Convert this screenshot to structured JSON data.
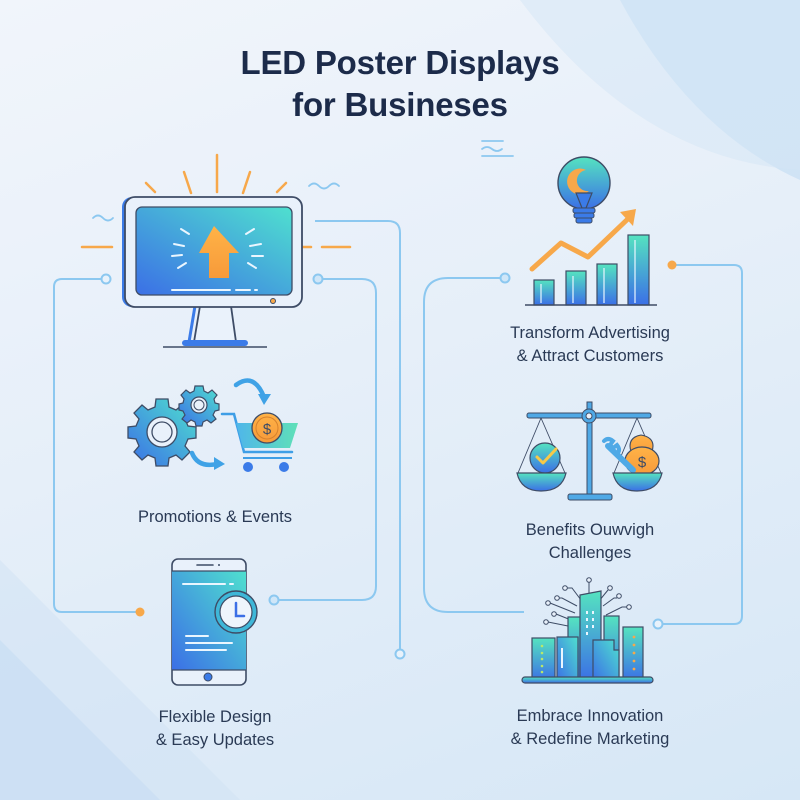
{
  "title": {
    "line1": "LED Poster Displays",
    "line2": "for Busineses"
  },
  "left_column": {
    "items": [
      {
        "icon": "monitor-upload-icon",
        "caption_lines": []
      },
      {
        "icon": "gears-cart-icon",
        "caption_lines": [
          "Promotions & Events"
        ]
      },
      {
        "icon": "phone-clock-icon",
        "caption_lines": [
          "Flexible Design",
          "& Easy Updates"
        ]
      }
    ]
  },
  "right_column": {
    "items": [
      {
        "icon": "lightbulb-growth-chart-icon",
        "caption_lines": [
          "Transform Advertising",
          "& Attract Customers"
        ]
      },
      {
        "icon": "balance-scale-icon",
        "caption_lines": [
          "Benefits Ouwvigh",
          "Challenges"
        ]
      },
      {
        "icon": "smart-city-icon",
        "caption_lines": [
          "Embrace Innovation",
          "& Redefine Marketing"
        ]
      }
    ]
  },
  "colors": {
    "title": "#1c2b4a",
    "text": "#2a3a55",
    "connector": "#8cc8f0",
    "accent_orange": "#f7a84a",
    "gradient_blue": "#3b7be8",
    "gradient_teal": "#4fdfcf",
    "outline": "#3e4c66"
  }
}
